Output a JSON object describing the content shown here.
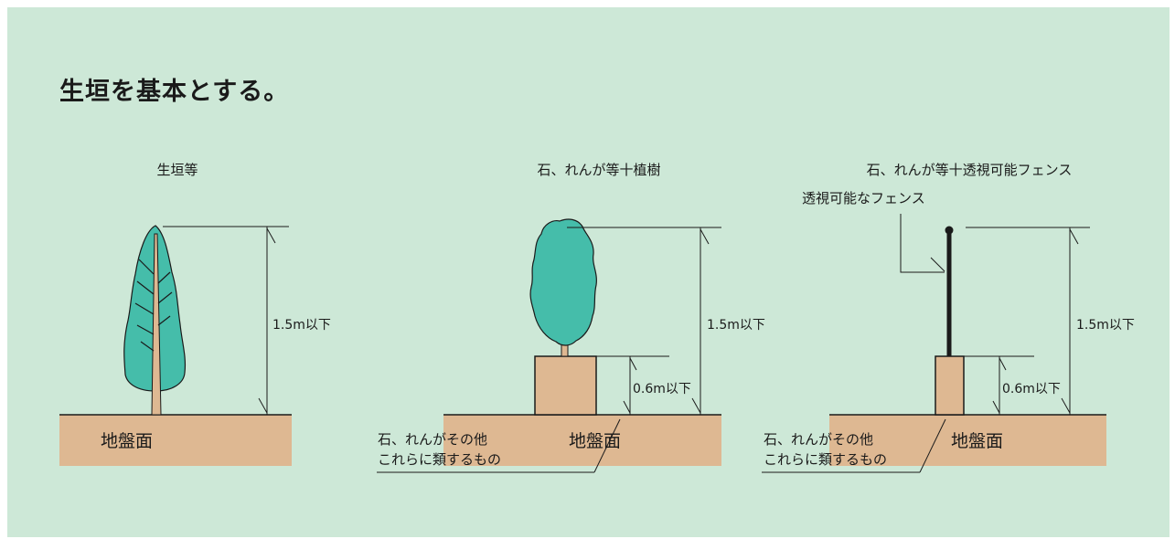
{
  "heading": "生垣を基本とする。",
  "colors": {
    "background": "#cde8d7",
    "ground": "#deb892",
    "foliage": "#45bdaa",
    "line": "#1a1a1a"
  },
  "panels": [
    {
      "caption": "生垣等",
      "ground_label": "地盤面",
      "total_height_label": "1.5m以下"
    },
    {
      "caption": "石、れんが等十植樹",
      "ground_label": "地盤面",
      "total_height_label": "1.5m以下",
      "base_height_label": "0.6m以下",
      "material_label": [
        "石、れんがその他",
        "これらに類するもの"
      ]
    },
    {
      "caption": "石、れんが等十透視可能フェンス",
      "ground_label": "地盤面",
      "total_height_label": "1.5m以下",
      "base_height_label": "0.6m以下",
      "material_label": [
        "石、れんがその他",
        "これらに類するもの"
      ],
      "fence_label": "透視可能なフェンス"
    }
  ]
}
